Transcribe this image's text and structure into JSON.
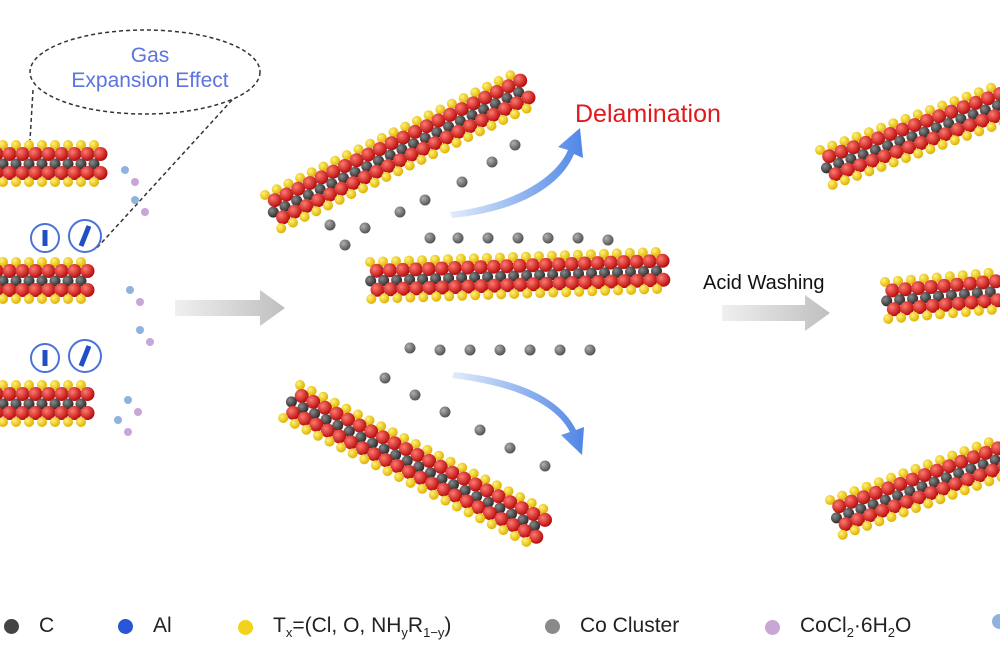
{
  "callout": {
    "line1": "Gas",
    "line2": "Expansion Effect",
    "color": "#5b74e0"
  },
  "labels": {
    "delamination": "Delamination",
    "delamination_color": "#e0191c",
    "acid_washing": "Acid Washing"
  },
  "legend": [
    {
      "id": "c",
      "text": "C",
      "color": "#444444"
    },
    {
      "id": "al",
      "text": "Al",
      "color": "#2a55d6"
    },
    {
      "id": "tx",
      "text": "Tx=(Cl, O, NHyR1−y)",
      "color": "#f3d21a"
    },
    {
      "id": "co",
      "text": "Co Cluster",
      "color": "#8a8a8a"
    },
    {
      "id": "cocl",
      "text": "CoCl2·6H2O",
      "color": "#c8a6d6"
    },
    {
      "id": "extra",
      "text": "",
      "color": "#8fb2de"
    }
  ],
  "colors": {
    "o": "#d01818",
    "c": "#4a4a4a",
    "t": "#f3d21a",
    "co": "#7a7a7a",
    "arrow_blue": "#5b8ee6",
    "arrow_grey": "#c4c4c4"
  }
}
